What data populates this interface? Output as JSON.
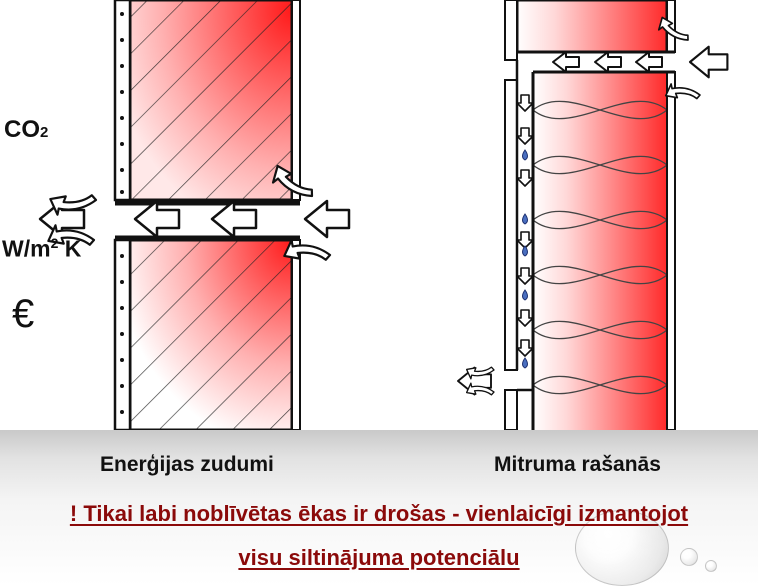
{
  "labels": {
    "co2_main": "CO",
    "co2_sub": "2",
    "wm_pre": "W/m",
    "wm_sup": "2",
    "wm_post": " K",
    "euro": "€"
  },
  "captions": {
    "left": "Enerģijas zudumi",
    "right": "Mitruma rašanās"
  },
  "warning": {
    "line1": "! Tikai labi noblīvētas ēkas ir drošas - vienlaicīgi izmantojot",
    "line2": "visu siltinājuma potenciālu"
  },
  "colors": {
    "heat_red": "#ff1010",
    "warning_text": "#8b0a0a",
    "droplet": "#4a6fc0"
  }
}
